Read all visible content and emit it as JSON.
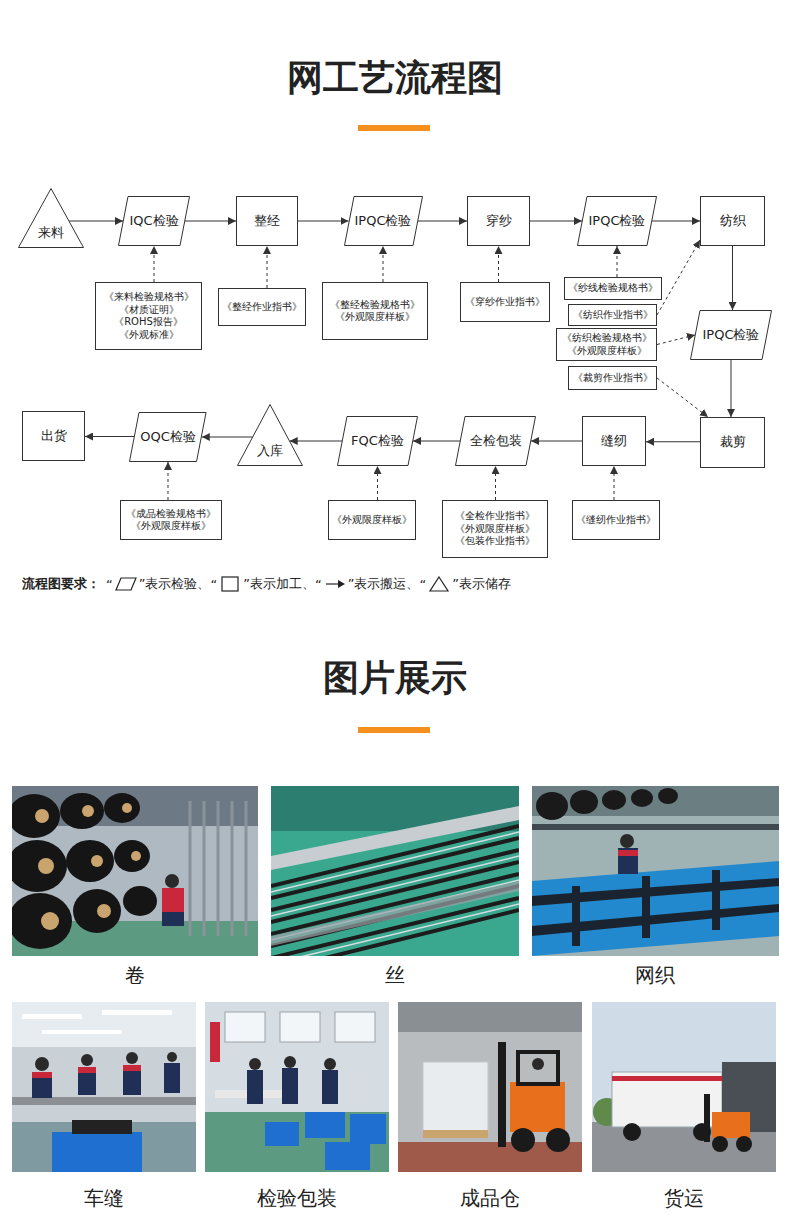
{
  "diagram": {
    "title": "网工艺流程图",
    "nodes": [
      {
        "text": [
          "来料"
        ]
      },
      {
        "text": [
          "IQC检验"
        ]
      },
      {
        "text": [
          "整经"
        ]
      },
      {
        "text": [
          "IPQC检验"
        ]
      },
      {
        "text": [
          "穿纱"
        ]
      },
      {
        "text": [
          "IPQC检验"
        ]
      },
      {
        "text": [
          "纺织"
        ]
      },
      {
        "text": [
          "IPQC检验"
        ]
      },
      {
        "text": [
          "裁剪"
        ]
      },
      {
        "text": [
          "缝纫"
        ]
      },
      {
        "text": [
          "全检包装"
        ]
      },
      {
        "text": [
          "FQC检验"
        ]
      },
      {
        "text": [
          "入库"
        ]
      },
      {
        "text": [
          "OQC检验"
        ]
      },
      {
        "text": [
          "出货"
        ]
      },
      {
        "text": [
          "《来料检验规格书》",
          "《材质证明》",
          "《ROHS报告》",
          "《外观标准》"
        ]
      },
      {
        "text": [
          "《整经作业指书》"
        ]
      },
      {
        "text": [
          "《整经检验规格书》",
          "《外观限度样板》"
        ]
      },
      {
        "text": [
          "《穿纱作业指书》"
        ]
      },
      {
        "text": [
          "《纱线检验规格书》"
        ]
      },
      {
        "text": [
          "《纺织作业指书》"
        ]
      },
      {
        "text": [
          "《纺织检验规格书》",
          "《外观限度样板》"
        ]
      },
      {
        "text": [
          "《裁剪作业指书》"
        ]
      },
      {
        "text": [
          "《成品检验规格书》",
          "《外观限度样板》"
        ]
      },
      {
        "text": [
          "《外观限度样板》"
        ]
      },
      {
        "text": [
          "《全检作业指书》",
          "《外观限度样板》",
          "《包装作业指书》"
        ]
      },
      {
        "text": [
          "《缝纫作业指书》"
        ]
      }
    ],
    "edges": [
      {
        "from": 0,
        "to": 1,
        "arrow": "to"
      },
      {
        "from": 1,
        "to": 2,
        "arrow": "to"
      },
      {
        "from": 2,
        "to": 3,
        "arrow": "to"
      },
      {
        "from": 3,
        "to": 4,
        "arrow": "to"
      },
      {
        "from": 4,
        "to": 5,
        "arrow": "to"
      },
      {
        "from": 5,
        "to": 6,
        "arrow": "to"
      },
      {
        "from": 6,
        "to": 7,
        "arrow": "to"
      },
      {
        "from": 7,
        "to": 8,
        "arrow": "to"
      },
      {
        "from": 8,
        "to": 9,
        "arrow": "to"
      },
      {
        "from": 9,
        "to": 10,
        "arrow": "to"
      },
      {
        "from": 10,
        "to": 11,
        "arrow": "to"
      },
      {
        "from": 11,
        "to": 12,
        "arrow": "to"
      },
      {
        "from": 12,
        "to": 13,
        "arrow": "to"
      },
      {
        "from": 13,
        "to": 14,
        "arrow": "to"
      },
      {
        "from": 15,
        "to": 1,
        "arrow": "to"
      },
      {
        "from": 16,
        "to": 2,
        "arrow": "to"
      },
      {
        "from": 17,
        "to": 3,
        "arrow": "to"
      },
      {
        "from": 18,
        "to": 4,
        "arrow": "to"
      },
      {
        "from": 19,
        "to": 5,
        "arrow": "to"
      },
      {
        "from": 20,
        "to": 6,
        "arrow": "to"
      },
      {
        "from": 21,
        "to": 7,
        "arrow": "to"
      },
      {
        "from": 22,
        "to": 8,
        "arrow": "to"
      },
      {
        "from": 23,
        "to": 13,
        "arrow": "to"
      },
      {
        "from": 24,
        "to": 11,
        "arrow": "to"
      },
      {
        "from": 25,
        "to": 10,
        "arrow": "to"
      },
      {
        "from": 26,
        "to": 9,
        "arrow": "to"
      }
    ],
    "labels": [
      "图片展示",
      "流程图要求：",
      "“",
      "“",
      "“",
      "“",
      "卷",
      "丝",
      "网织",
      "车缝",
      "检验包装",
      "成品仓",
      "货运"
    ],
    "legend": [
      {
        "text": "”表示检验、"
      },
      {
        "text": "”表示加工、"
      },
      {
        "text": "”表示搬运、"
      },
      {
        "text": "”表示储存"
      }
    ]
  }
}
